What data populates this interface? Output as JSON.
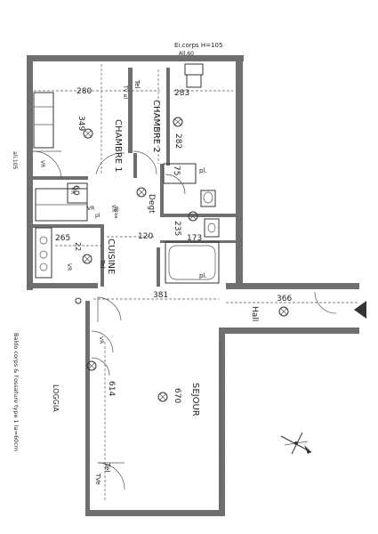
{
  "labels": {
    "top_note_1": "Ei.corps H=105",
    "top_note_2": "All.60",
    "chambre1": "CHAMBRE 1",
    "chambre2": "CHAMBRE 2",
    "cuisine": "CUISINE",
    "sejour": "SEJOUR",
    "loggia": "LOGGIA",
    "hall": "Hall",
    "degt": "Degt",
    "side_note": "ali.105",
    "bottom_note": "Baldo corps & l'ossature type 1 la=60cm",
    "tel_top": "Tel",
    "tv_top": "TV el",
    "tel_cuisine": "Tel",
    "tel_bottom": "Tel",
    "tv_bottom": "TVe",
    "pl_1": "pl.",
    "pl_2": "pl.",
    "vr_1": "VR",
    "vr_2": "VR",
    "vr_3": "VR",
    "vr_4": "VR",
    "vr_5": "VR",
    "pl_cuisine": "pl",
    "vr_mid": "VR",
    "prise": "PRise"
  },
  "dimensions": {
    "d280": "280",
    "d283": "283",
    "d349": "349",
    "d282": "282",
    "d75": "75",
    "d60": "60",
    "d120": "120",
    "d235": "235",
    "d173": "173",
    "d265": "265",
    "d22": "22",
    "d381": "381",
    "d366": "366",
    "d614": "614",
    "d670": "670"
  },
  "icons": [
    "light-point-icon",
    "north-compass-icon",
    "entrance-arrow-icon"
  ]
}
